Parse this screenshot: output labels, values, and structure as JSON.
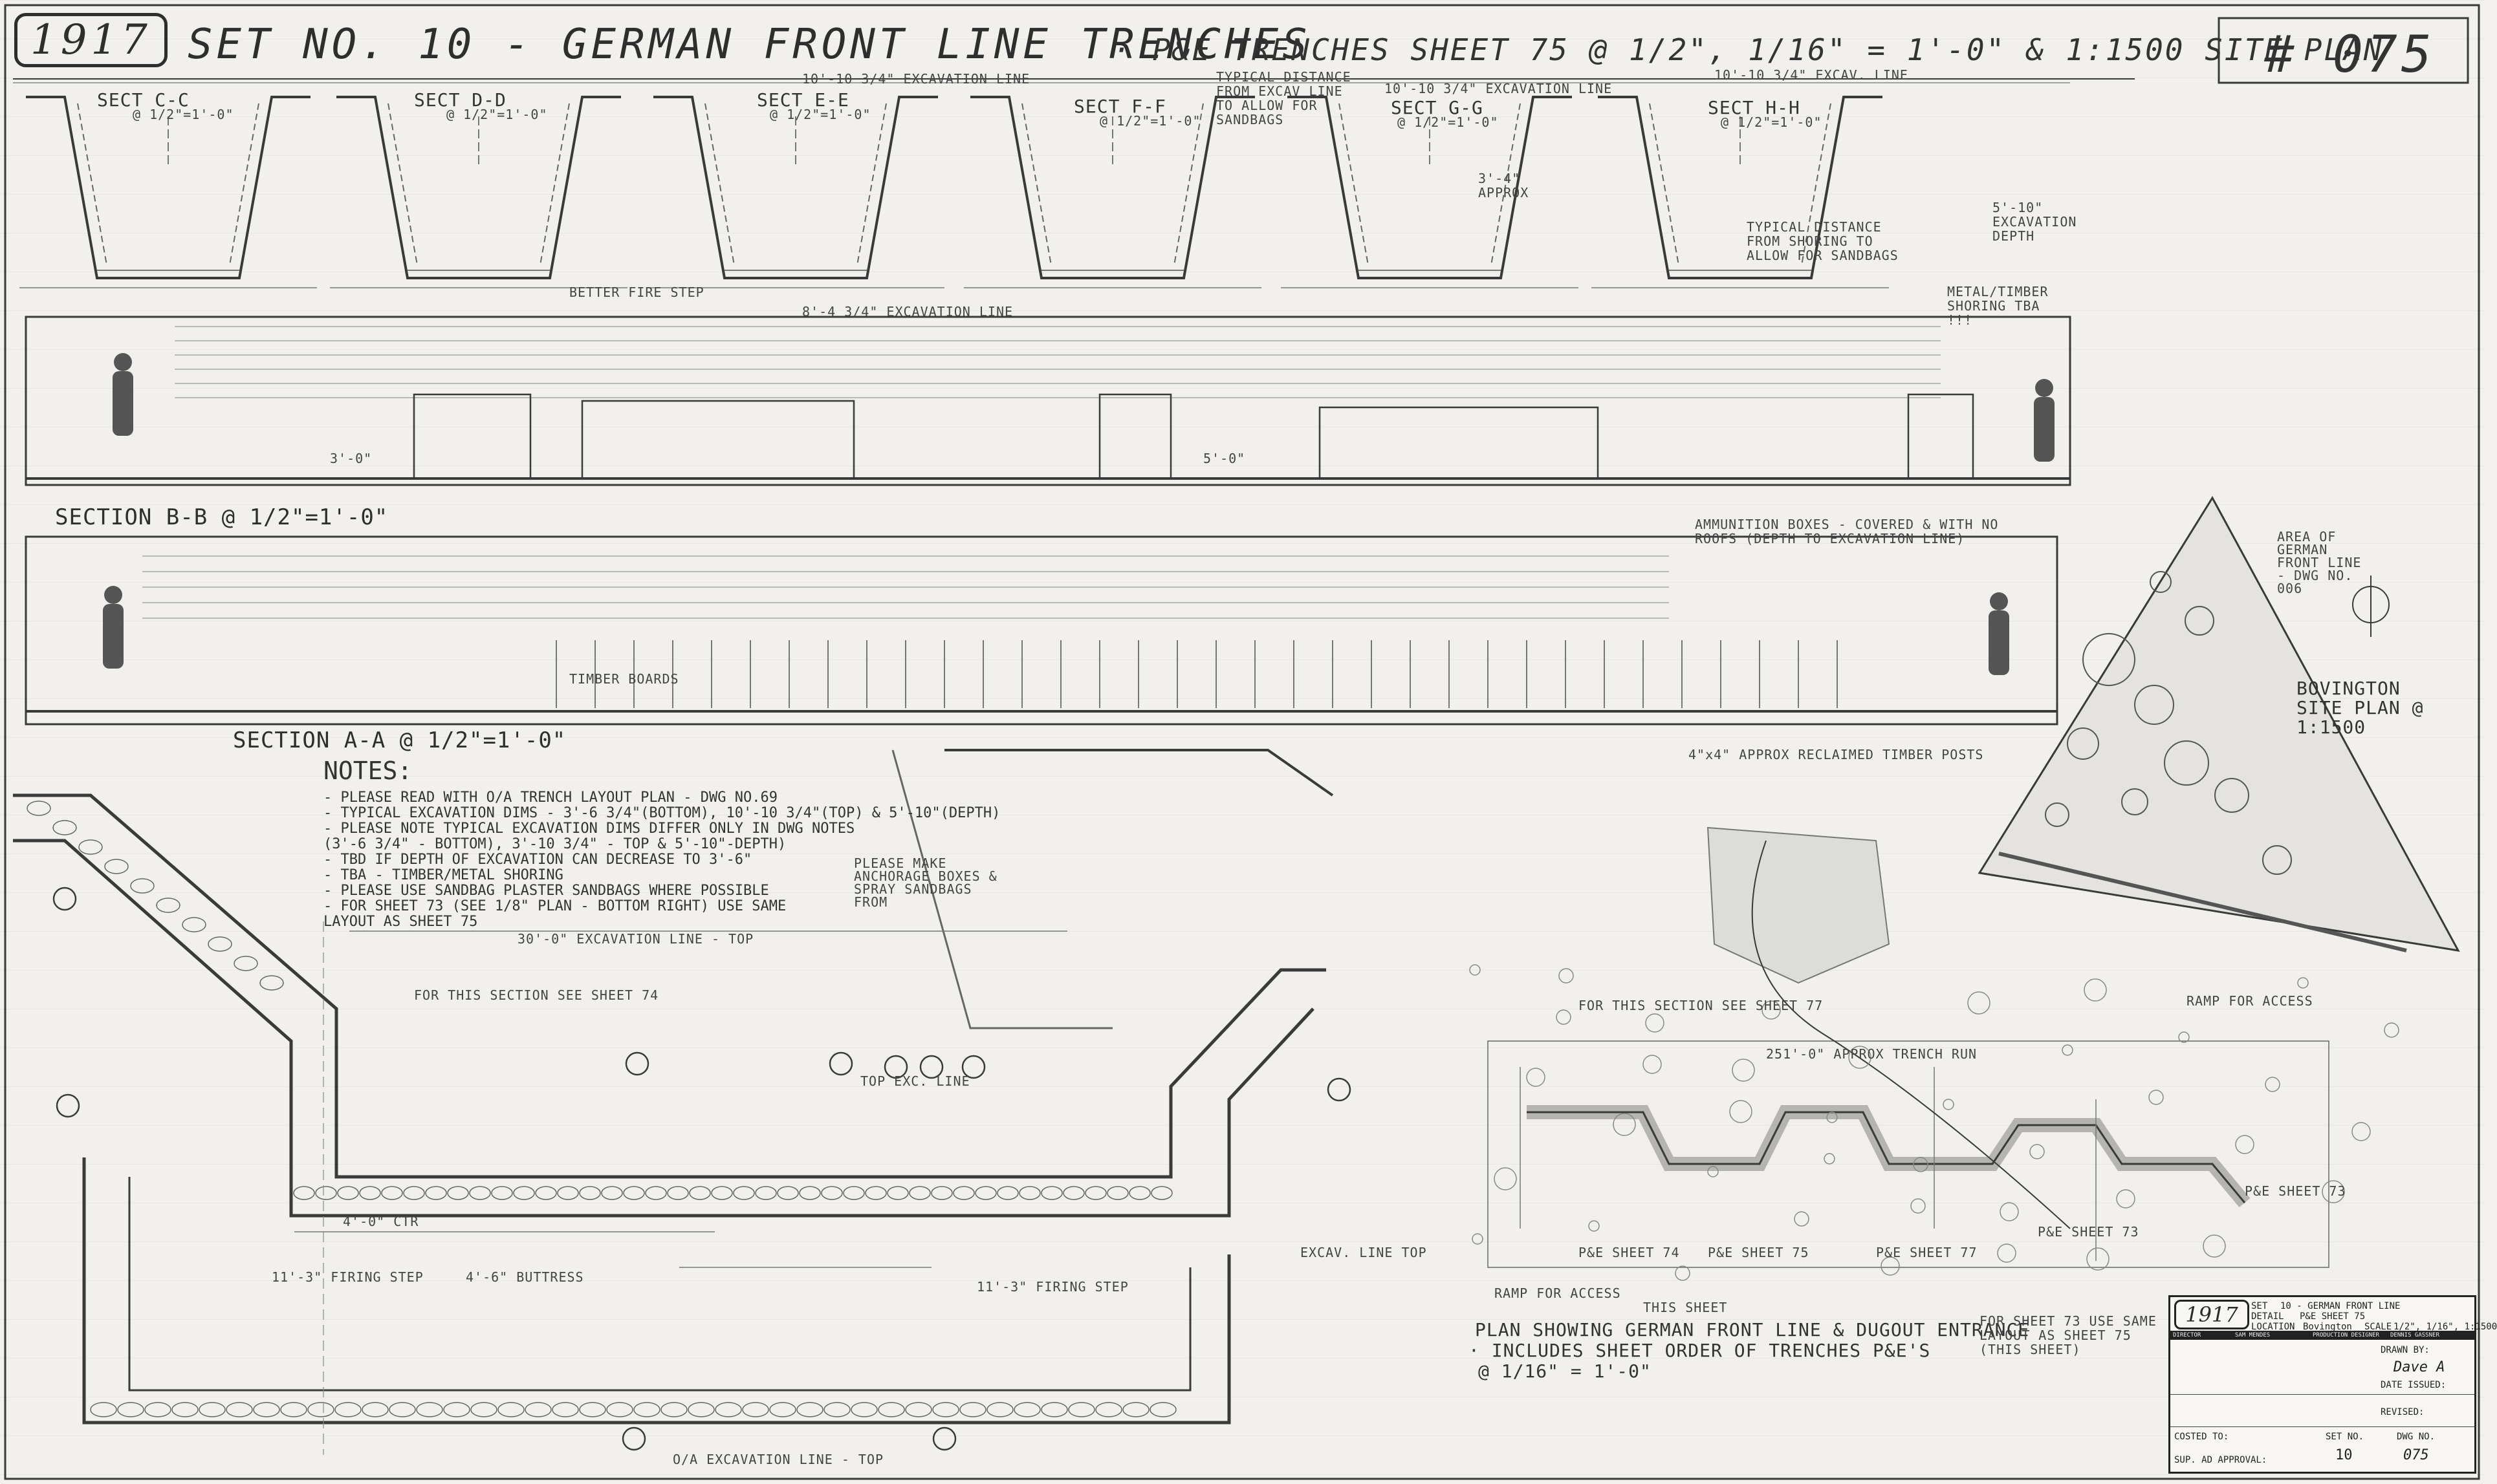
{
  "header": {
    "logo": "1917",
    "title": "SET NO. 10 - GERMAN FRONT LINE TRENCHES",
    "subtitle": "· P&E TRENCHES SHEET 75 @ 1/2\", 1/16\" = 1'-0\" & 1:1500 SITE PLAN",
    "sheet_number": "# 075"
  },
  "sections_top": [
    {
      "label": "SECT C-C",
      "scale": "@ 1/2\"=1'-0\""
    },
    {
      "label": "SECT D-D",
      "scale": "@ 1/2\"=1'-0\""
    },
    {
      "label": "SECT E-E",
      "scale": "@ 1/2\"=1'-0\""
    },
    {
      "label": "SECT F-F",
      "scale": "@ 1/2\"=1'-0\""
    },
    {
      "label": "SECT G-G",
      "scale": "@ 1/2\"=1'-0\""
    },
    {
      "label": "SECT H-H",
      "scale": "@ 1/2\"=1'-0\""
    }
  ],
  "top_callouts": {
    "excavation_line_1": "10'-10 3/4\" EXCAVATION LINE",
    "typical_distance": "TYPICAL DISTANCE FROM EXCAV LINE TO ALLOW FOR SANDBAGS",
    "excavation_line_2": "10'-10 3/4\" EXCAVATION LINE",
    "excav_line_3": "10'-10 3/4\" EXCAV. LINE",
    "excavation_line_lower": "8'-4 3/4\" EXCAVATION LINE",
    "metal_timber": "METAL/TIMBER SHORING TBA !!!",
    "typical_distance_2": "TYPICAL DISTANCE FROM SHORING TO ALLOW FOR SANDBAGS",
    "excavation_depth": "5'-10\" EXCAVATION DEPTH",
    "approx": "3'-4\" APPROX",
    "firestep": "BETTER FIRE STEP"
  },
  "section_b": {
    "label": "SECTION B-B @ 1/2\"=1'-0\"",
    "dim_1": "3'-0\"",
    "dim_2": "5'-0\""
  },
  "section_a": {
    "label": "SECTION A-A @ 1/2\"=1'-0\"",
    "timber_boards": "TIMBER BOARDS",
    "revetment": "4\"x4\" APPROX RECLAIMED TIMBER POSTS"
  },
  "munition": "AMMUNITION BOXES - COVERED & WITH NO ROOFS (DEPTH TO EXCAVATION LINE)",
  "notes": {
    "title": "NOTES:",
    "lines": [
      "- PLEASE READ WITH O/A TRENCH LAYOUT PLAN - DWG NO.69",
      "- TYPICAL EXCAVATION DIMS - 3'-6 3/4\"(BOTTOM), 10'-10 3/4\"(TOP) & 5'-10\"(DEPTH)",
      "- PLEASE NOTE TYPICAL EXCAVATION DIMS DIFFER ONLY IN DWG NOTES",
      "  (3'-6 3/4\" - BOTTOM), 3'-10 3/4\" - TOP & 5'-10\"-DEPTH)",
      "- TBD IF DEPTH OF EXCAVATION CAN DECREASE TO 3'-6\"",
      "- TBA - TIMBER/METAL SHORING",
      "- PLEASE USE SANDBAG PLASTER SANDBAGS WHERE POSSIBLE",
      "- FOR SHEET 73 (SEE 1/8\" PLAN - BOTTOM RIGHT) USE SAME",
      "  LAYOUT AS SHEET 75"
    ]
  },
  "plan_callouts": {
    "excavation_line_top": "30'-0\" EXCAVATION LINE - TOP",
    "for_this_section_74": "FOR THIS SECTION SEE SHEET 74",
    "please_make": "PLEASE MAKE ANCHORAGE BOXES & SPRAY SANDBAGS FROM",
    "firing_step": "11'-3\" FIRING STEP",
    "buttress": "4'-6\" BUTTRESS",
    "firing_step_2": "11'-3\" FIRING STEP",
    "excav_line_bottom": "O/A EXCAVATION LINE - TOP",
    "top_exc_line": "TOP EXC. LINE",
    "excav_line": "EXCAV. LINE TOP",
    "ctrs": "4'-0\" CTR"
  },
  "site_plan": {
    "label": "BOVINGTON SITE PLAN @ 1:1500",
    "area_note": "AREA OF GERMAN FRONT LINE - DWG NO. 006",
    "for_this_section_77": "FOR THIS SECTION SEE SHEET 77",
    "trench_run": "251'-0\" APPROX TRENCH RUN",
    "ramp": "RAMP FOR ACCESS",
    "ramp_2": "RAMP FOR ACCESS",
    "this_sheet": "THIS SHEET",
    "sheet_74": "P&E SHEET 74",
    "sheet_75": "P&E SHEET 75",
    "sheet_77": "P&E SHEET 77",
    "sheet_73a": "P&E SHEET 73",
    "sheet_73b": "P&E SHEET 73",
    "plan_caption_1": "PLAN SHOWING GERMAN FRONT LINE & DUGOUT ENTRANCE",
    "plan_caption_2": "· INCLUDES SHEET ORDER OF TRENCHES P&E'S",
    "plan_caption_3": "@ 1/16\" = 1'-0\"",
    "sheet_73_note": "FOR SHEET 73 USE SAME LAYOUT AS SHEET 75 (THIS SHEET)"
  },
  "title_block": {
    "logo": "1917",
    "set": "10 - GERMAN FRONT LINE",
    "detail": "P&E SHEET 75",
    "scale": "1/2\", 1/16\", 1:1500",
    "location": "Bovington",
    "drawn_by": "Dave A",
    "set_no": "10",
    "dwg_no": "075",
    "labels": {
      "set": "SET",
      "detail": "DETAIL",
      "scale": "SCALE",
      "location": "LOCATION",
      "drawn_by": "DRAWN BY:",
      "date_issued": "DATE ISSUED:",
      "revised": "REVISED:",
      "set_no": "SET NO.",
      "dwg_no": "DWG NO.",
      "costed_to": "COSTED TO:",
      "sup_ad": "SUP. AD APPROVAL:",
      "director": "DIRECTOR",
      "prod_designer": "PRODUCTION DESIGNER"
    },
    "names": {
      "director": "SAM MENDES",
      "prod_designer": "DENNIS GASSNER"
    }
  }
}
